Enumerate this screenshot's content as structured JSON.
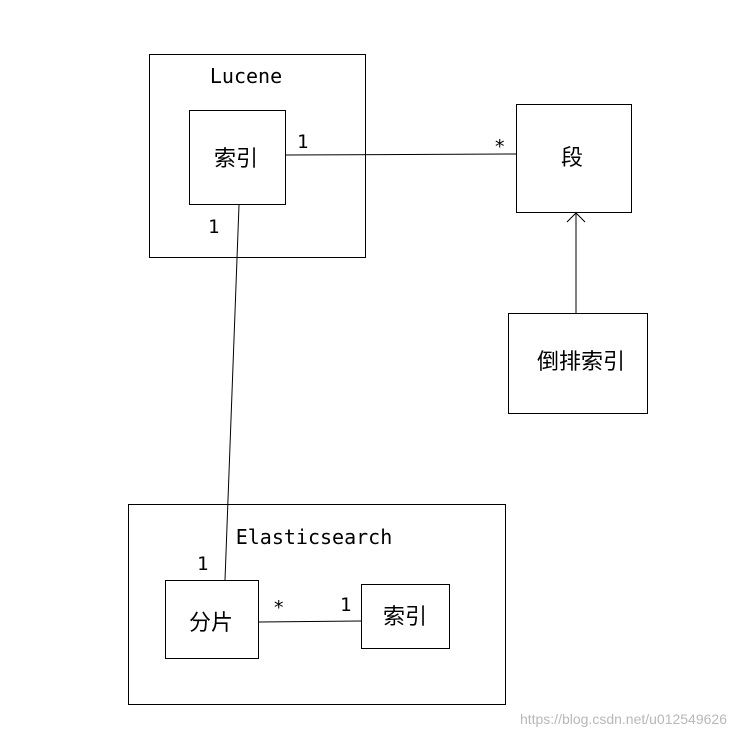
{
  "lucene": {
    "title": "Lucene",
    "index_label": "索引",
    "index_multiplicity_right": "1",
    "index_multiplicity_bottom": "1"
  },
  "segment": {
    "label": "段",
    "multiplicity": "*"
  },
  "inverted_index": {
    "label": "倒排索引"
  },
  "elasticsearch": {
    "title": "Elasticsearch",
    "shard_label": "分片",
    "shard_multiplicity_top": "1",
    "shard_multiplicity_right": "*",
    "index_label": "索引",
    "index_multiplicity": "1"
  },
  "watermark": "https://blog.csdn.net/u012549626"
}
